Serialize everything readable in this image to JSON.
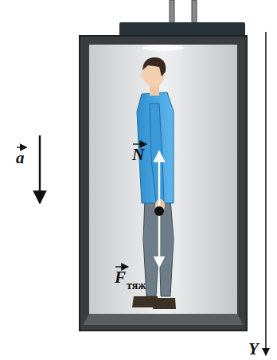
{
  "diagram": {
    "labels": [
      "a",
      "N",
      "F",
      "тяж",
      "Y"
    ]
  }
}
